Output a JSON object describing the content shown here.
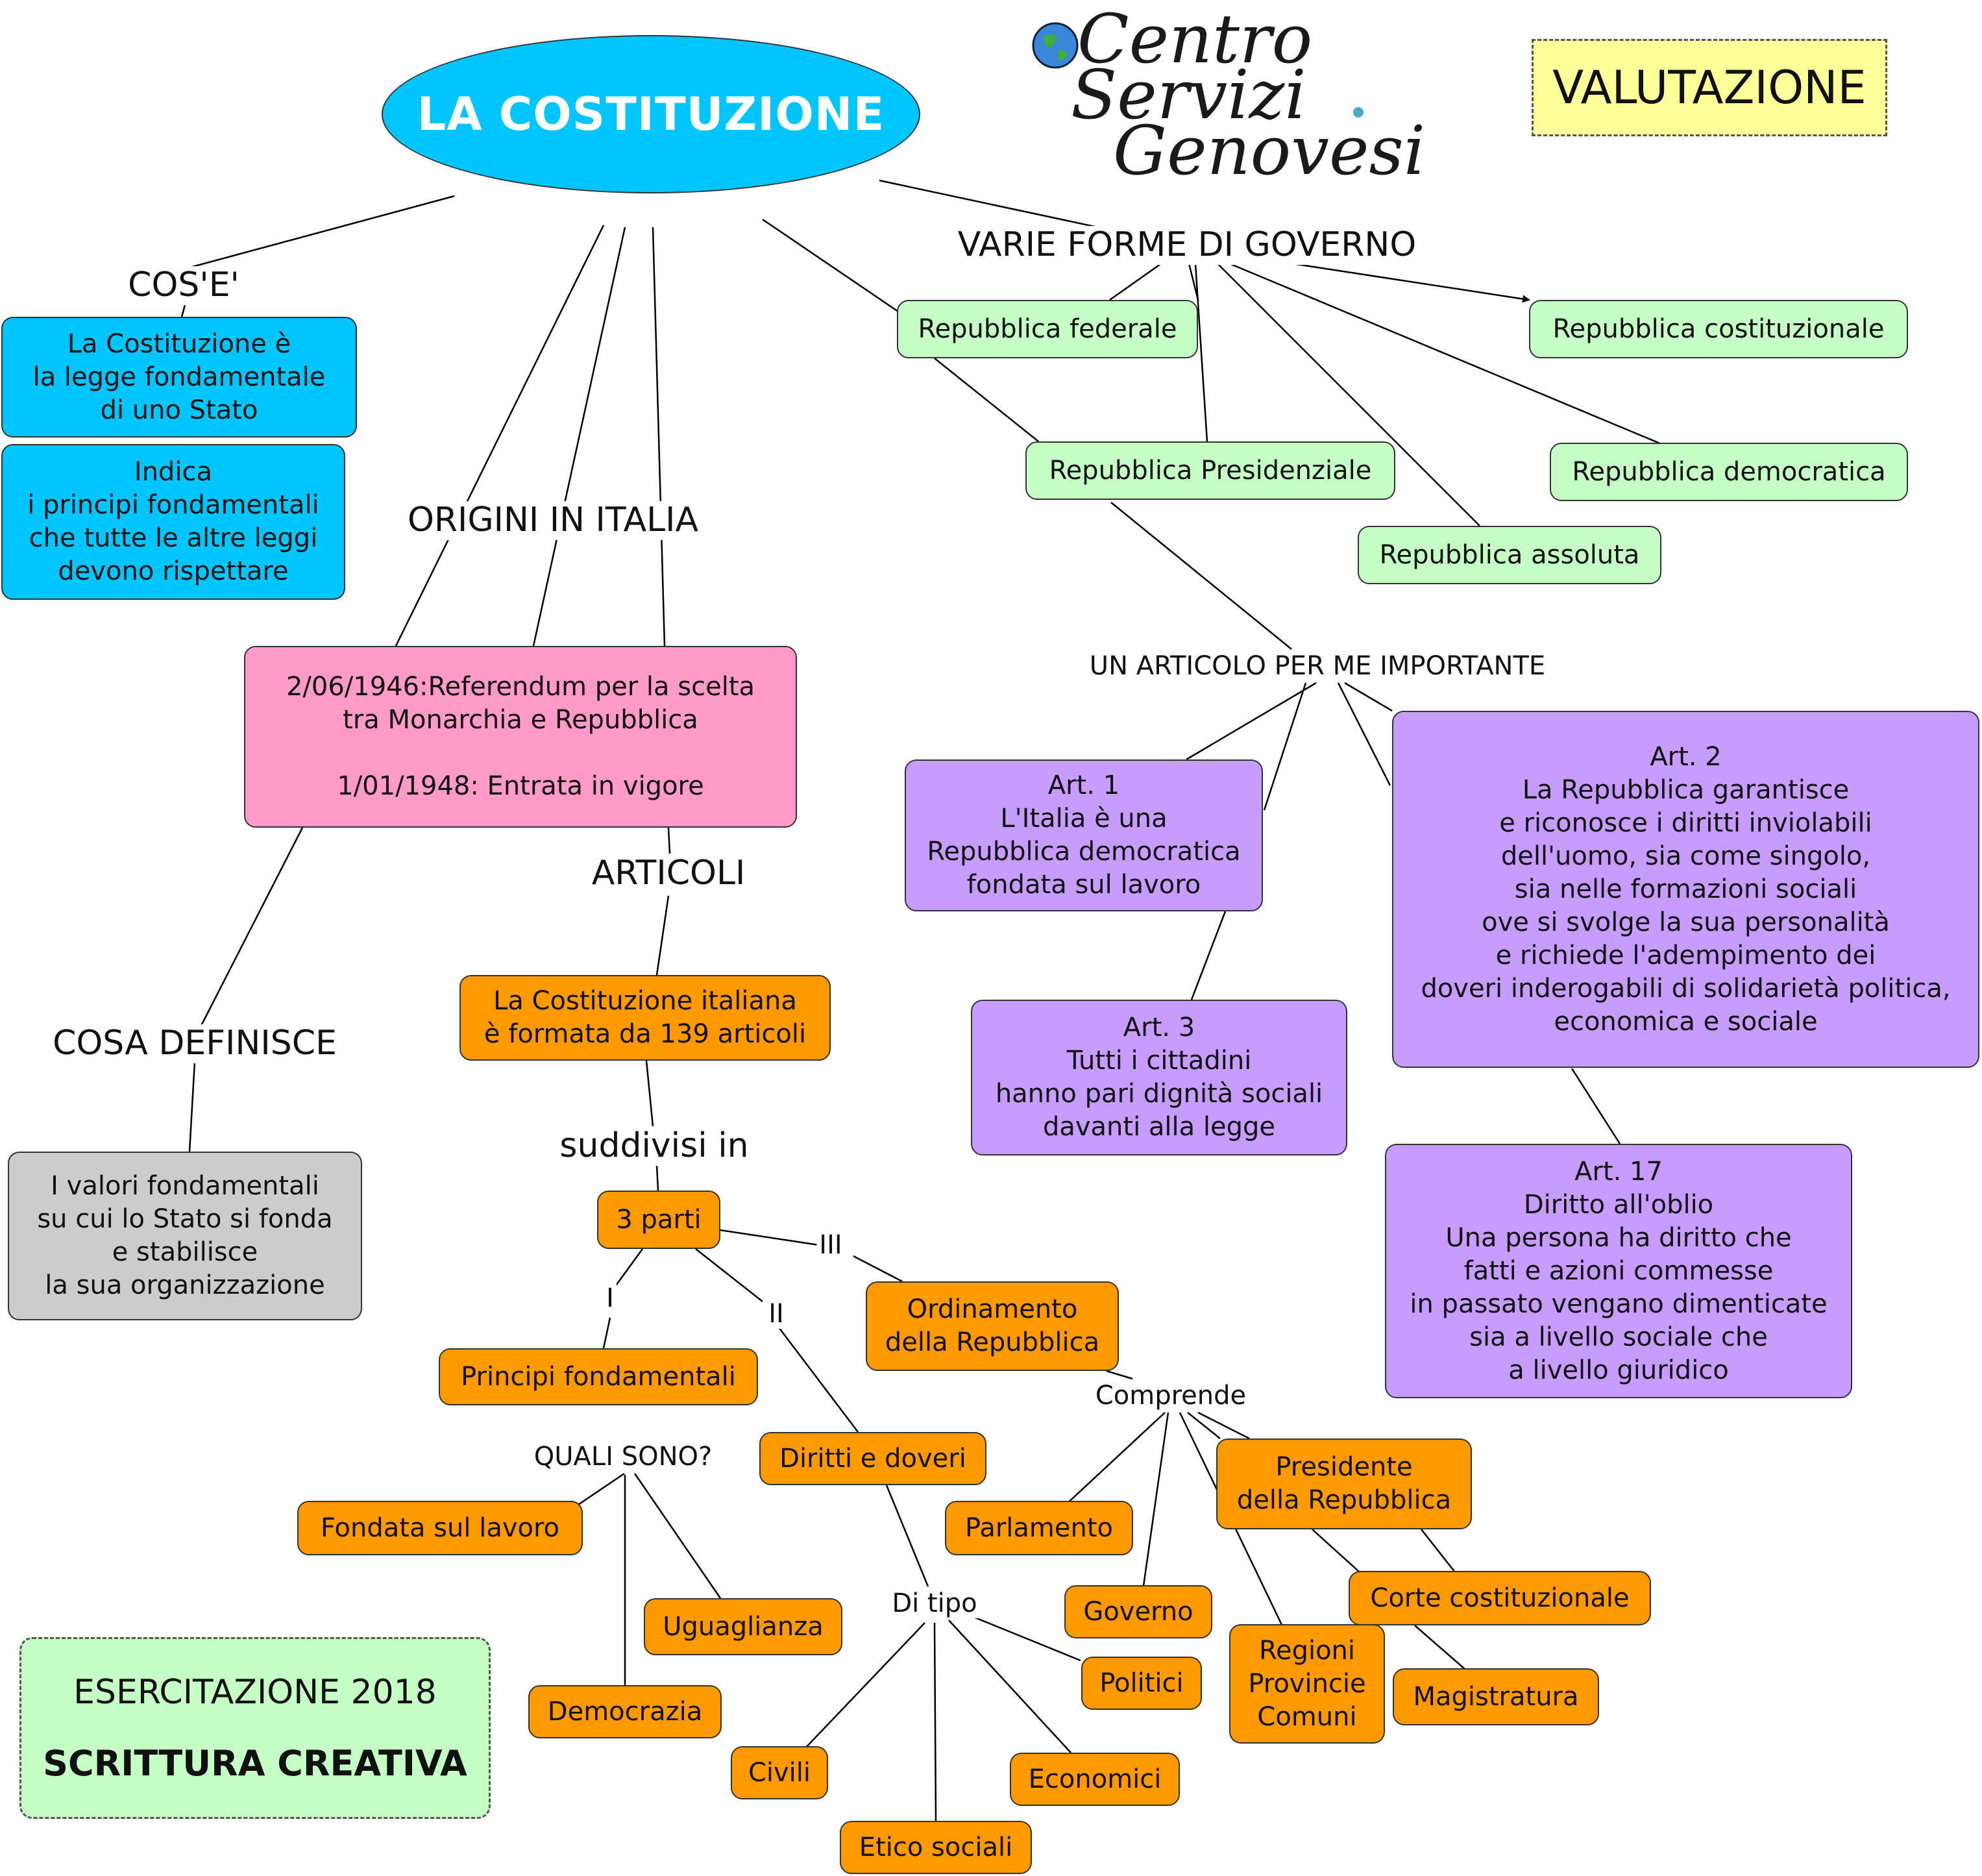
{
  "title": "LA COSTITUZIONE",
  "valutazione": "VALUTAZIONE",
  "logo": {
    "line1": "Centro",
    "line2": "Servizi",
    "line3": "Genovesi"
  },
  "exercise": {
    "line1": "ESERCITAZIONE 2018",
    "line2": "SCRITTURA CREATIVA"
  },
  "labels": {
    "cose": "COS'E'",
    "origini": "ORIGINI IN ITALIA",
    "forme": "VARIE FORME DI GOVERNO",
    "articolo": "UN ARTICOLO PER ME IMPORTANTE",
    "articoli": "ARTICOLI",
    "cosa_definisce": "COSA DEFINISCE",
    "suddivisi": "suddivisi in",
    "quali_sono": "QUALI SONO?",
    "comprende": "Comprende",
    "di_tipo": "Di tipo",
    "part_1": "I",
    "part_2": "II",
    "part_3": "III"
  },
  "nodes": {
    "definizione": "La Costituzione è\nla legge fondamentale\ndi uno Stato",
    "principi_leggi": "Indica\ni principi fondamentali\nche tutte le altre leggi\ndevono rispettare",
    "storia": "2/06/1946:Referendum per la scelta\ntra Monarchia e Repubblica\n\n1/01/1948: Entrata in vigore",
    "valori": "I valori fondamentali\nsu cui lo Stato si fonda\ne stabilisce\nla sua organizzazione",
    "articoli_139": "La Costituzione italiana\nè formata da 139 articoli",
    "tre_parti": "3 parti",
    "principi_fondamentali": "Principi fondamentali",
    "diritti_doveri": "Diritti e doveri",
    "ordinamento": "Ordinamento\ndella Repubblica",
    "fondata_lavoro": "Fondata sul lavoro",
    "uguaglianza": "Uguaglianza",
    "democrazia": "Democrazia",
    "politici": "Politici",
    "civili": "Civili",
    "economici": "Economici",
    "etico_sociali": "Etico sociali",
    "parlamento": "Parlamento",
    "governo": "Governo",
    "presidente": "Presidente\ndella Repubblica",
    "regioni": "Regioni\nProvincie\nComuni",
    "corte": "Corte costituzionale",
    "magistratura": "Magistratura",
    "rep_federale": "Repubblica federale",
    "rep_presidenziale": "Repubblica Presidenziale",
    "rep_costituzionale": "Repubblica costituzionale",
    "rep_democratica": "Repubblica democratica",
    "rep_assoluta": "Repubblica assoluta",
    "art1": "Art. 1\nL'Italia è una\nRepubblica democratica\nfondata sul lavoro",
    "art2": "Art. 2\nLa Repubblica garantisce\ne riconosce i diritti inviolabili\ndell'uomo, sia come singolo,\nsia nelle formazioni sociali\nove si svolge la sua personalità\ne richiede l'adempimento dei\ndoveri inderogabili di solidarietà politica,\neconomica e sociale",
    "art3": "Art. 3\nTutti i cittadini\nhanno pari dignità sociali\ndavanti alla legge",
    "art17": "Art. 17\nDiritto all'oblio\nUna persona ha diritto che\nfatti e azioni commesse\nin passato vengano dimenticate\nsia a livello sociale che\na livello giuridico"
  },
  "colors": {
    "title_node": "#00c5ff",
    "green_node": "#c6ffc6",
    "pink_node": "#ff9ac9",
    "purple_node": "#c79cff",
    "orange_node": "#ff9900",
    "gray_node": "#cccccc",
    "valutazione": "#ffff99"
  }
}
